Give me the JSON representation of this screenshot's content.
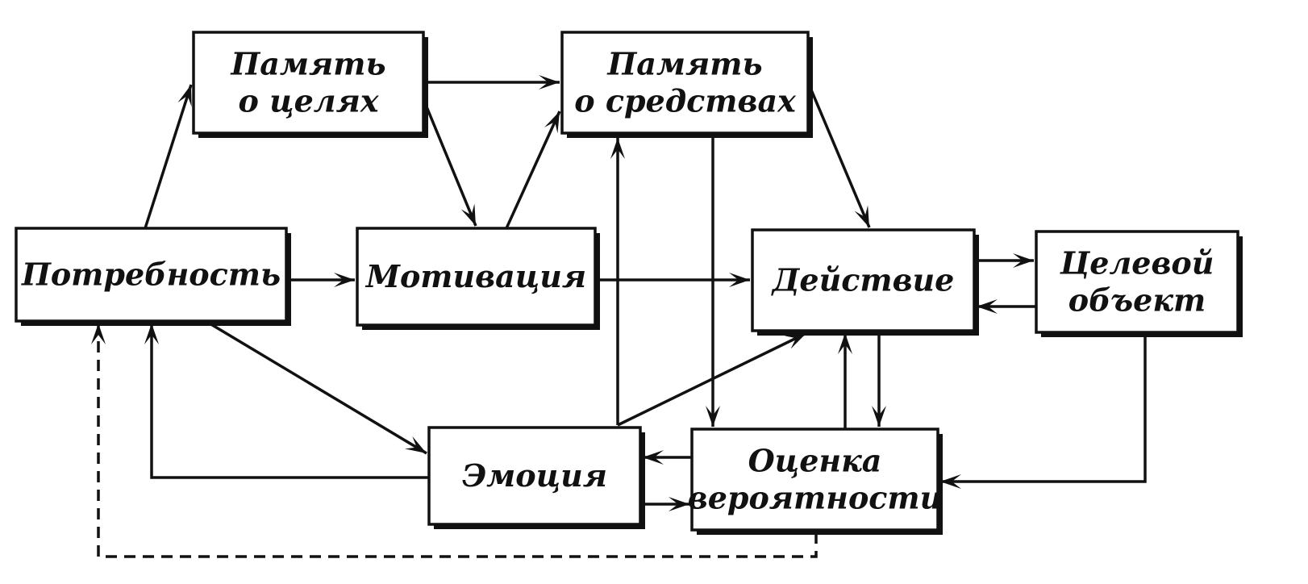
{
  "nodes": {
    "memory_goals": {
      "lines": [
        "Память",
        "о целях"
      ]
    },
    "memory_means": {
      "lines": [
        "Память",
        "о средствах"
      ]
    },
    "need": {
      "lines": [
        "Потребность"
      ]
    },
    "motivation": {
      "lines": [
        "Мотивация"
      ]
    },
    "action": {
      "lines": [
        "Действие"
      ]
    },
    "target": {
      "lines": [
        "Целевой",
        "объект"
      ]
    },
    "emotion": {
      "lines": [
        "Эмоция"
      ]
    },
    "probability": {
      "lines": [
        "Оценка",
        "вероятности"
      ]
    }
  },
  "edges": [
    {
      "from": "need",
      "to": "memory_goals",
      "style": "solid"
    },
    {
      "from": "memory_goals",
      "to": "memory_means",
      "style": "solid"
    },
    {
      "from": "memory_goals",
      "to": "motivation",
      "style": "solid"
    },
    {
      "from": "motivation",
      "to": "memory_means",
      "style": "solid"
    },
    {
      "from": "need",
      "to": "motivation",
      "style": "solid"
    },
    {
      "from": "motivation",
      "to": "action",
      "style": "solid"
    },
    {
      "from": "memory_means",
      "to": "action",
      "style": "solid"
    },
    {
      "from": "memory_means",
      "to": "probability",
      "style": "solid"
    },
    {
      "from": "emotion",
      "to": "memory_means",
      "style": "solid"
    },
    {
      "from": "emotion",
      "to": "action",
      "style": "solid"
    },
    {
      "from": "action",
      "to": "target",
      "style": "solid"
    },
    {
      "from": "target",
      "to": "action",
      "style": "solid"
    },
    {
      "from": "action",
      "to": "probability",
      "style": "solid"
    },
    {
      "from": "probability",
      "to": "action",
      "style": "solid"
    },
    {
      "from": "target",
      "to": "probability",
      "style": "solid"
    },
    {
      "from": "need",
      "to": "emotion",
      "style": "solid"
    },
    {
      "from": "emotion",
      "to": "need",
      "style": "solid"
    },
    {
      "from": "probability",
      "to": "emotion",
      "style": "solid"
    },
    {
      "from": "emotion",
      "to": "probability",
      "style": "solid"
    },
    {
      "from": "probability",
      "to": "need",
      "style": "dashed"
    }
  ],
  "colors": {
    "ink": "#111111",
    "paper": "#ffffff"
  }
}
